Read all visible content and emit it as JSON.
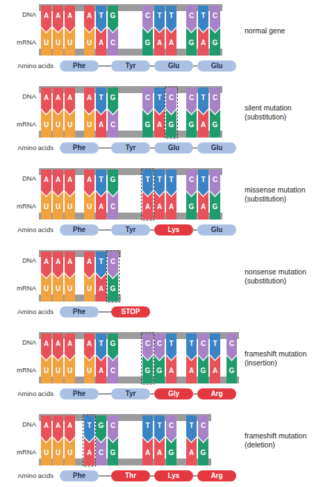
{
  "diagram": {
    "nodes": [
      {
        "text": [
          "A"
        ]
      },
      {
        "text": [
          "A"
        ]
      },
      {
        "text": [
          "A"
        ]
      },
      {
        "text": [
          "A"
        ]
      },
      {
        "text": [
          "T"
        ]
      },
      {
        "text": [
          "G"
        ]
      },
      {
        "text": [
          "C"
        ]
      },
      {
        "text": [
          "T"
        ]
      },
      {
        "text": [
          "T"
        ]
      },
      {
        "text": [
          "C"
        ]
      },
      {
        "text": [
          "T"
        ]
      },
      {
        "text": [
          "C"
        ]
      },
      {
        "text": [
          "U"
        ]
      },
      {
        "text": [
          "U"
        ]
      },
      {
        "text": [
          "U"
        ]
      },
      {
        "text": [
          "U"
        ]
      },
      {
        "text": [
          "A"
        ]
      },
      {
        "text": [
          "C"
        ]
      },
      {
        "text": [
          "G"
        ]
      },
      {
        "text": [
          "A"
        ]
      },
      {
        "text": [
          "A"
        ]
      },
      {
        "text": [
          "G"
        ]
      },
      {
        "text": [
          "A"
        ]
      },
      {
        "text": [
          "G"
        ]
      },
      {
        "text": [
          "Phe"
        ]
      },
      {
        "text": [
          "Tyr"
        ]
      },
      {
        "text": [
          "Glu"
        ]
      },
      {
        "text": [
          "Glu"
        ]
      },
      {
        "text": [
          "A"
        ]
      },
      {
        "text": [
          "A"
        ]
      },
      {
        "text": [
          "A"
        ]
      },
      {
        "text": [
          "A"
        ]
      },
      {
        "text": [
          "T"
        ]
      },
      {
        "text": [
          "G"
        ]
      },
      {
        "text": [
          "C"
        ]
      },
      {
        "text": [
          "T"
        ]
      },
      {
        "text": [
          "C"
        ]
      },
      {
        "text": [
          "C"
        ]
      },
      {
        "text": [
          "T"
        ]
      },
      {
        "text": [
          "C"
        ]
      },
      {
        "text": [
          "U"
        ]
      },
      {
        "text": [
          "U"
        ]
      },
      {
        "text": [
          "U"
        ]
      },
      {
        "text": [
          "U"
        ]
      },
      {
        "text": [
          "A"
        ]
      },
      {
        "text": [
          "C"
        ]
      },
      {
        "text": [
          "G"
        ]
      },
      {
        "text": [
          "A"
        ]
      },
      {
        "text": [
          "G"
        ]
      },
      {
        "text": [
          "G"
        ]
      },
      {
        "text": [
          "A"
        ]
      },
      {
        "text": [
          "G"
        ]
      },
      {
        "text": [
          "Phe"
        ]
      },
      {
        "text": [
          "Tyr"
        ]
      },
      {
        "text": [
          "Glu"
        ]
      },
      {
        "text": [
          "Glu"
        ]
      },
      {
        "text": [
          "A"
        ]
      },
      {
        "text": [
          "A"
        ]
      },
      {
        "text": [
          "A"
        ]
      },
      {
        "text": [
          "A"
        ]
      },
      {
        "text": [
          "T"
        ]
      },
      {
        "text": [
          "G"
        ]
      },
      {
        "text": [
          "T"
        ]
      },
      {
        "text": [
          "T"
        ]
      },
      {
        "text": [
          "T"
        ]
      },
      {
        "text": [
          "C"
        ]
      },
      {
        "text": [
          "T"
        ]
      },
      {
        "text": [
          "C"
        ]
      },
      {
        "text": [
          "U"
        ]
      },
      {
        "text": [
          "U"
        ]
      },
      {
        "text": [
          "U"
        ]
      },
      {
        "text": [
          "U"
        ]
      },
      {
        "text": [
          "A"
        ]
      },
      {
        "text": [
          "C"
        ]
      },
      {
        "text": [
          "A"
        ]
      },
      {
        "text": [
          "A"
        ]
      },
      {
        "text": [
          "A"
        ]
      },
      {
        "text": [
          "G"
        ]
      },
      {
        "text": [
          "A"
        ]
      },
      {
        "text": [
          "G"
        ]
      },
      {
        "text": [
          "Phe"
        ]
      },
      {
        "text": [
          "Tyr"
        ]
      },
      {
        "text": [
          "Lys"
        ]
      },
      {
        "text": [
          "Glu"
        ]
      },
      {
        "text": [
          "A"
        ]
      },
      {
        "text": [
          "A"
        ]
      },
      {
        "text": [
          "A"
        ]
      },
      {
        "text": [
          "A"
        ]
      },
      {
        "text": [
          "T"
        ]
      },
      {
        "text": [
          "C"
        ]
      },
      {
        "text": [
          "U"
        ]
      },
      {
        "text": [
          "U"
        ]
      },
      {
        "text": [
          "U"
        ]
      },
      {
        "text": [
          "U"
        ]
      },
      {
        "text": [
          "A"
        ]
      },
      {
        "text": [
          "G"
        ]
      },
      {
        "text": [
          "Phe"
        ]
      },
      {
        "text": [
          "STOP"
        ]
      },
      {
        "text": [
          "A"
        ]
      },
      {
        "text": [
          "A"
        ]
      },
      {
        "text": [
          "A"
        ]
      },
      {
        "text": [
          "A"
        ]
      },
      {
        "text": [
          "T"
        ]
      },
      {
        "text": [
          "G"
        ]
      },
      {
        "text": [
          "C"
        ]
      },
      {
        "text": [
          "C"
        ]
      },
      {
        "text": [
          "T"
        ]
      },
      {
        "text": [
          "T"
        ]
      },
      {
        "text": [
          "C"
        ]
      },
      {
        "text": [
          "T"
        ]
      },
      {
        "text": [
          "C"
        ]
      },
      {
        "text": [
          "U"
        ]
      },
      {
        "text": [
          "U"
        ]
      },
      {
        "text": [
          "U"
        ]
      },
      {
        "text": [
          "U"
        ]
      },
      {
        "text": [
          "A"
        ]
      },
      {
        "text": [
          "C"
        ]
      },
      {
        "text": [
          "G"
        ]
      },
      {
        "text": [
          "G"
        ]
      },
      {
        "text": [
          "A"
        ]
      },
      {
        "text": [
          "A"
        ]
      },
      {
        "text": [
          "G"
        ]
      },
      {
        "text": [
          "A"
        ]
      },
      {
        "text": [
          "G"
        ]
      },
      {
        "text": [
          "Phe"
        ]
      },
      {
        "text": [
          "Tyr"
        ]
      },
      {
        "text": [
          "Gly"
        ]
      },
      {
        "text": [
          "Arg"
        ]
      },
      {
        "text": [
          "A"
        ]
      },
      {
        "text": [
          "A"
        ]
      },
      {
        "text": [
          "A"
        ]
      },
      {
        "text": [
          "T"
        ]
      },
      {
        "text": [
          "G"
        ]
      },
      {
        "text": [
          "C"
        ]
      },
      {
        "text": [
          "T"
        ]
      },
      {
        "text": [
          "T"
        ]
      },
      {
        "text": [
          "C"
        ]
      },
      {
        "text": [
          "T"
        ]
      },
      {
        "text": [
          "C"
        ]
      },
      {
        "text": [
          "U"
        ]
      },
      {
        "text": [
          "U"
        ]
      },
      {
        "text": [
          "U"
        ]
      },
      {
        "text": [
          "A"
        ]
      },
      {
        "text": [
          "C"
        ]
      },
      {
        "text": [
          "G"
        ]
      },
      {
        "text": [
          "A"
        ]
      },
      {
        "text": [
          "A"
        ]
      },
      {
        "text": [
          "G"
        ]
      },
      {
        "text": [
          "A"
        ]
      },
      {
        "text": [
          "G"
        ]
      },
      {
        "text": [
          "Phe"
        ]
      },
      {
        "text": [
          "Thr"
        ]
      },
      {
        "text": [
          "Lys"
        ]
      },
      {
        "text": [
          "Arg"
        ]
      }
    ],
    "edges": [
      {
        "from": 24,
        "to": 25,
        "arrow": "none"
      },
      {
        "from": 25,
        "to": 26,
        "arrow": "none"
      },
      {
        "from": 26,
        "to": 27,
        "arrow": "none"
      },
      {
        "from": 52,
        "to": 53,
        "arrow": "none"
      },
      {
        "from": 53,
        "to": 54,
        "arrow": "none"
      },
      {
        "from": 54,
        "to": 55,
        "arrow": "none"
      },
      {
        "from": 80,
        "to": 81,
        "arrow": "none"
      },
      {
        "from": 81,
        "to": 82,
        "arrow": "none"
      },
      {
        "from": 82,
        "to": 83,
        "arrow": "none"
      },
      {
        "from": 96,
        "to": 97,
        "arrow": "none"
      },
      {
        "from": 124,
        "to": 125,
        "arrow": "none"
      },
      {
        "from": 125,
        "to": 126,
        "arrow": "none"
      },
      {
        "from": 126,
        "to": 127,
        "arrow": "none"
      },
      {
        "from": 150,
        "to": 151,
        "arrow": "none"
      },
      {
        "from": 151,
        "to": 152,
        "arrow": "none"
      },
      {
        "from": 152,
        "to": 153,
        "arrow": "none"
      }
    ],
    "labels": [
      "DNA",
      "mRNA",
      "Amino acids",
      "normal gene",
      "DNA",
      "mRNA",
      "Amino acids",
      "silent mutation (substitution)",
      "DNA",
      "mRNA",
      "Amino acids",
      "missense mutation (substitution)",
      "DNA",
      "mRNA",
      "Amino acids",
      "nonsense mutation (substitution)",
      "DNA",
      "mRNA",
      "Amino acids",
      "frameshift mutation (insertion)",
      "DNA",
      "mRNA",
      "Amino acids",
      "frameshift mutation (deletion)"
    ]
  }
}
